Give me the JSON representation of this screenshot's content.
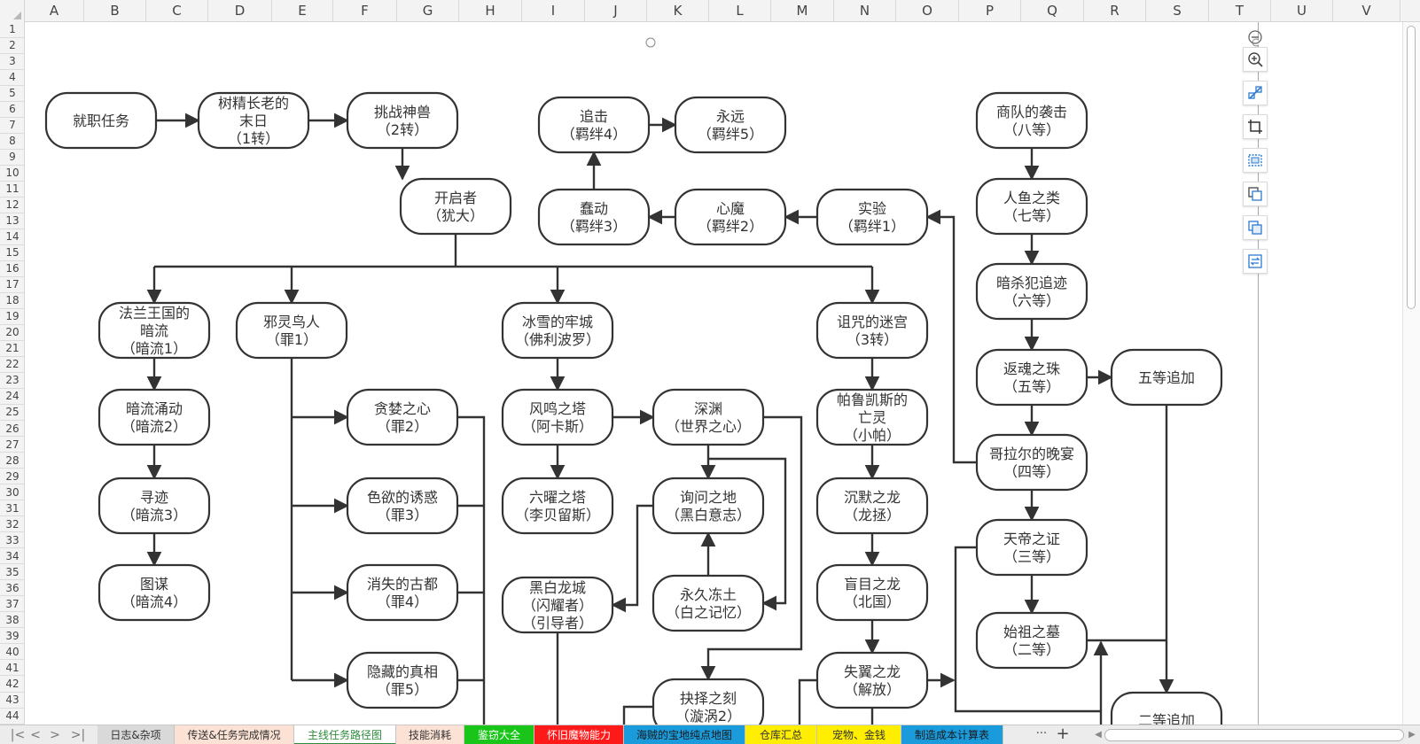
{
  "columns": [
    "A",
    "B",
    "C",
    "D",
    "E",
    "F",
    "G",
    "H",
    "I",
    "J",
    "K",
    "L",
    "M",
    "N",
    "O",
    "P",
    "Q",
    "R",
    "S",
    "T",
    "U",
    "V"
  ],
  "rows": [
    "1",
    "2",
    "3",
    "4",
    "5",
    "6",
    "7",
    "8",
    "9",
    "10",
    "11",
    "12",
    "13",
    "14",
    "15",
    "16",
    "17",
    "18",
    "19",
    "20",
    "21",
    "22",
    "23",
    "24",
    "25",
    "26",
    "27",
    "28",
    "29",
    "30",
    "31",
    "32",
    "33",
    "34",
    "35",
    "36",
    "37",
    "38",
    "39",
    "40",
    "41",
    "42",
    "43",
    "44"
  ],
  "flowchart": {
    "nodes": [
      {
        "id": "n_jiuzhi",
        "lines": [
          "就职任务"
        ]
      },
      {
        "id": "n_shujing",
        "lines": [
          "树精长老的",
          "末日",
          "（1转）"
        ]
      },
      {
        "id": "n_tiaozhan",
        "lines": [
          "挑战神兽",
          "（2转）"
        ]
      },
      {
        "id": "n_kaiqi",
        "lines": [
          "开启者",
          "（犹大）"
        ]
      },
      {
        "id": "n_zhuiji",
        "lines": [
          "追击",
          "（羁绊4）"
        ]
      },
      {
        "id": "n_yongyuan",
        "lines": [
          "永远",
          "（羁绊5）"
        ]
      },
      {
        "id": "n_saodong",
        "lines": [
          "蠢动",
          "（羁绊3）"
        ]
      },
      {
        "id": "n_xinmo",
        "lines": [
          "心魔",
          "（羁绊2）"
        ]
      },
      {
        "id": "n_shiyan",
        "lines": [
          "实验",
          "（羁绊1）"
        ]
      },
      {
        "id": "n_shangdui",
        "lines": [
          "商队的袭击",
          "（八等）"
        ]
      },
      {
        "id": "n_renyu",
        "lines": [
          "人鱼之类",
          "（七等）"
        ]
      },
      {
        "id": "n_ansha",
        "lines": [
          "暗杀犯追迹",
          "（六等）"
        ]
      },
      {
        "id": "n_fanhun",
        "lines": [
          "返魂之珠",
          "（五等）"
        ]
      },
      {
        "id": "n_wudeng",
        "lines": [
          "五等追加"
        ]
      },
      {
        "id": "n_gelaer",
        "lines": [
          "哥拉尔的晚宴",
          "（四等）"
        ]
      },
      {
        "id": "n_tiandi",
        "lines": [
          "天帝之证",
          "（三等）"
        ]
      },
      {
        "id": "n_shizu",
        "lines": [
          "始祖之墓",
          "（二等）"
        ]
      },
      {
        "id": "n_erdeng",
        "lines": [
          "二等追加"
        ]
      },
      {
        "id": "n_falan",
        "lines": [
          "法兰王国的",
          "暗流",
          "（暗流1）"
        ]
      },
      {
        "id": "n_anliu2",
        "lines": [
          "暗流涌动",
          "（暗流2）"
        ]
      },
      {
        "id": "n_xunji",
        "lines": [
          "寻迹",
          "（暗流3）"
        ]
      },
      {
        "id": "n_tumou",
        "lines": [
          "图谋",
          "（暗流4）"
        ]
      },
      {
        "id": "n_xieling",
        "lines": [
          "邪灵鸟人",
          "（罪1）"
        ]
      },
      {
        "id": "n_tanlan",
        "lines": [
          "贪婪之心",
          "（罪2）"
        ]
      },
      {
        "id": "n_seyu",
        "lines": [
          "色欲的诱惑",
          "（罪3）"
        ]
      },
      {
        "id": "n_xiaoshi",
        "lines": [
          "消失的古都",
          "（罪4）"
        ]
      },
      {
        "id": "n_yincang",
        "lines": [
          "隐藏的真相",
          "（罪5）"
        ]
      },
      {
        "id": "n_bingxue",
        "lines": [
          "冰雪的牢城",
          "（佛利波罗）"
        ]
      },
      {
        "id": "n_fengming",
        "lines": [
          "风鸣之塔",
          "（阿卡斯）"
        ]
      },
      {
        "id": "n_shenyuan",
        "lines": [
          "深渊",
          "（世界之心）"
        ]
      },
      {
        "id": "n_liuyao",
        "lines": [
          "六曜之塔",
          "（李贝留斯）"
        ]
      },
      {
        "id": "n_xunwen",
        "lines": [
          "询问之地",
          "（黑白意志）"
        ]
      },
      {
        "id": "n_heibai",
        "lines": [
          "黑白龙城",
          "（闪耀者）",
          "（引导者）"
        ]
      },
      {
        "id": "n_yongjiu",
        "lines": [
          "永久冻土",
          "（白之记忆）"
        ]
      },
      {
        "id": "n_jueze",
        "lines": [
          "抉择之刻",
          "（漩涡2）"
        ]
      },
      {
        "id": "n_zuzhou",
        "lines": [
          "诅咒的迷宫",
          "（3转）"
        ]
      },
      {
        "id": "n_palukai",
        "lines": [
          "帕鲁凯斯的",
          "亡灵",
          "（小帕）"
        ]
      },
      {
        "id": "n_chenmo",
        "lines": [
          "沉默之龙",
          "（龙拯）"
        ]
      },
      {
        "id": "n_mangmu",
        "lines": [
          "盲目之龙",
          "（北国）"
        ]
      },
      {
        "id": "n_shiyi",
        "lines": [
          "失翼之龙",
          "（解放）"
        ]
      }
    ]
  },
  "image_tools": [
    "zoom-out-icon",
    "zoom-in-icon",
    "crop-link-icon",
    "crop-icon",
    "frame-select-icon",
    "copy-image-icon",
    "duplicate-image-icon",
    "replace-image-icon"
  ],
  "sheet_tabs": [
    {
      "label": "日志&杂项",
      "bg": "#d9d9d9",
      "color": "#333333",
      "active": false
    },
    {
      "label": "传送&任务完成情况",
      "bg": "#fbe2d5",
      "color": "#333333",
      "active": false
    },
    {
      "label": "主线任务路径图",
      "bg": "#ffffff",
      "color": "#2e8b3c",
      "active": true
    },
    {
      "label": "技能消耗",
      "bg": "#fbe2d5",
      "color": "#333333",
      "active": false
    },
    {
      "label": "鉴窃大全",
      "bg": "#19c519",
      "color": "#ffffff",
      "active": false
    },
    {
      "label": "怀旧魔物能力",
      "bg": "#ff1a1a",
      "color": "#ffffff",
      "active": false
    },
    {
      "label": "海贼的宝地纯点地图",
      "bg": "#1a9bdc",
      "color": "#1a1a1a",
      "active": false
    },
    {
      "label": "仓库汇总",
      "bg": "#ffee00",
      "color": "#333333",
      "active": false
    },
    {
      "label": "宠物、金钱",
      "bg": "#ffee00",
      "color": "#333333",
      "active": false
    },
    {
      "label": "制造成本计算表",
      "bg": "#1a9bdc",
      "color": "#1a1a1a",
      "active": false
    }
  ],
  "tab_more": "···",
  "tab_add": "+",
  "nav": {
    "first": "|<",
    "prev": "<",
    "next": ">",
    "last": ">|"
  }
}
